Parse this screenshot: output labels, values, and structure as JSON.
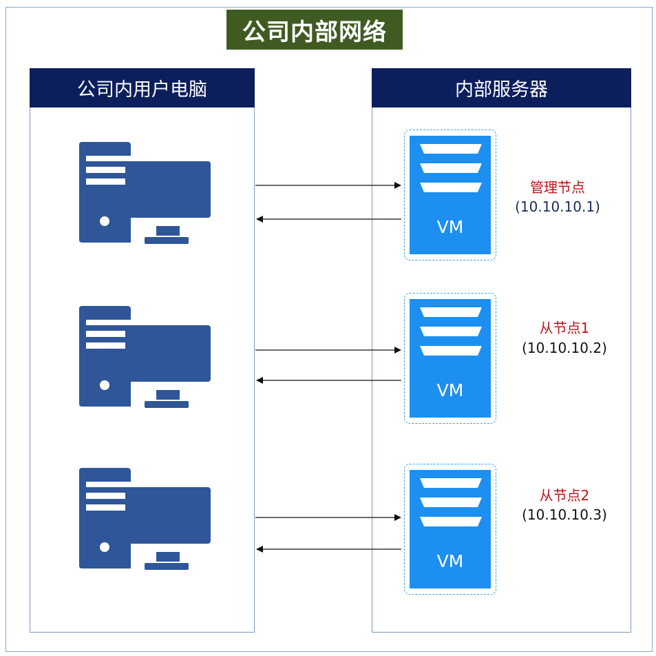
{
  "title": "公司内部网络",
  "left_panel": {
    "title": "公司内用户电脑"
  },
  "right_panel": {
    "title": "内部服务器"
  },
  "vm_label": "VM",
  "nodes": [
    {
      "name": "管理节点",
      "ip": "(10.10.10.1)"
    },
    {
      "name": "从节点1",
      "ip": "(10.10.10.2)"
    },
    {
      "name": "从节点2",
      "ip": "(10.10.10.3)"
    }
  ],
  "colors": {
    "title_bg": "#3f5b22",
    "panel_header_bg": "#0c1f5c",
    "pc_icon": "#2e5699",
    "vm_fill": "#1c8ff0",
    "node_name": "#c0101a"
  },
  "icons": {
    "pc": "desktop-computer-icon",
    "server": "server-vm-icon"
  }
}
